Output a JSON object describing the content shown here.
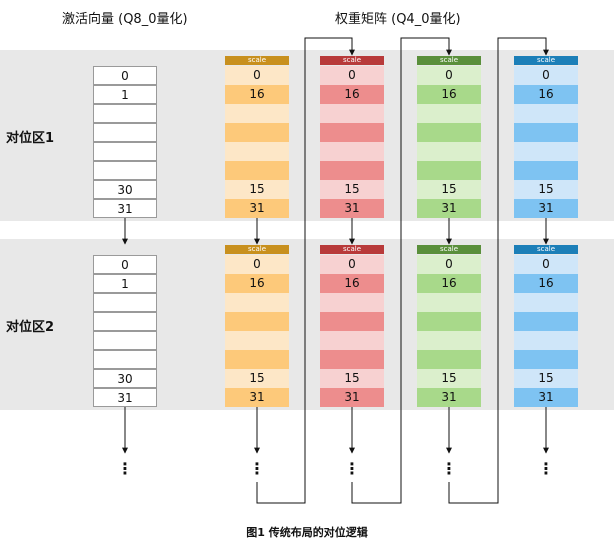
{
  "header": {
    "activation_title": "激活向量 (Q8_0量化)",
    "weight_title": "权重矩阵 (Q4_0量化)"
  },
  "regions": [
    {
      "label": "对位区1"
    },
    {
      "label": "对位区2"
    }
  ],
  "activation_values": [
    "0",
    "1",
    "",
    "",
    "",
    "",
    "30",
    "31"
  ],
  "weight_values": [
    "0",
    "16",
    "",
    "",
    "",
    "",
    "15",
    "31"
  ],
  "scale_label": "scale",
  "ellipsis": "⋮",
  "weight_columns": [
    {
      "scale_color": "#c8901e",
      "light": "#fde7c7",
      "dark": "#fdc97a"
    },
    {
      "scale_color": "#b83a3a",
      "light": "#f7d1d1",
      "dark": "#ed8d8d"
    },
    {
      "scale_color": "#5a8f3b",
      "light": "#dbefcc",
      "dark": "#a8d98a"
    },
    {
      "scale_color": "#1c7fb8",
      "light": "#cfe6f9",
      "dark": "#7ec3f2"
    }
  ],
  "caption": "图1   传统布局的对位逻辑"
}
